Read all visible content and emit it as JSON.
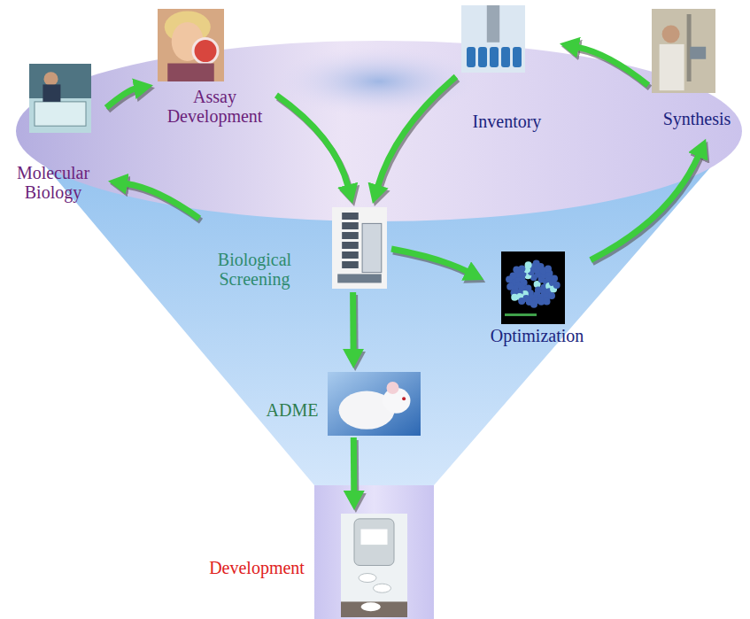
{
  "diagram": {
    "nodes": [
      {
        "text": [
          "Molecular Biology"
        ]
      },
      {
        "text": [
          "Assay Development"
        ]
      },
      {
        "text": [
          "Inventory"
        ]
      },
      {
        "text": [
          "Synthesis"
        ]
      },
      {
        "text": [
          "Biological Screening"
        ]
      },
      {
        "text": [
          "Optimization"
        ]
      },
      {
        "text": [
          "ADME"
        ]
      },
      {
        "text": [
          "Development"
        ]
      }
    ],
    "edges": [
      {
        "from": 0,
        "to": 1,
        "arrow": "to"
      },
      {
        "from": 1,
        "to": 4,
        "arrow": "to"
      },
      {
        "from": 2,
        "to": 4,
        "arrow": "to"
      },
      {
        "from": 3,
        "to": 2,
        "arrow": "to"
      },
      {
        "from": 4,
        "to": 0,
        "arrow": "to"
      },
      {
        "from": 4,
        "to": 5,
        "arrow": "to"
      },
      {
        "from": 4,
        "to": 6,
        "arrow": "to"
      },
      {
        "from": 5,
        "to": 3,
        "arrow": "to"
      },
      {
        "from": 6,
        "to": 7,
        "arrow": "to"
      }
    ]
  }
}
